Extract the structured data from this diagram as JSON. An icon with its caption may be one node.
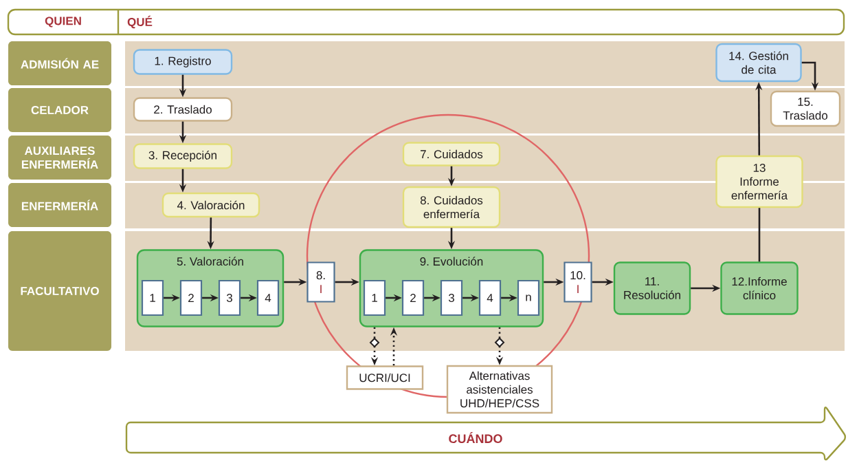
{
  "diagram": {
    "nodes": [
      {
        "text": [
          "ADMISIÓN AE"
        ]
      },
      {
        "text": [
          "CELADOR"
        ]
      },
      {
        "text": [
          "AUXILIARES ENFERMERÍA"
        ]
      },
      {
        "text": [
          "ENFERMERÍA"
        ]
      },
      {
        "text": [
          "FACULTATIVO"
        ]
      },
      {
        "text": [
          "1. Registro"
        ]
      },
      {
        "text": [
          "2. Traslado"
        ]
      },
      {
        "text": [
          "3. Recepción"
        ]
      },
      {
        "text": [
          "4. Valoración"
        ]
      },
      {
        "text": [
          "5. Valoración"
        ]
      },
      {
        "text": [
          "1"
        ],
        "in": 9
      },
      {
        "text": [
          "2"
        ],
        "in": 9
      },
      {
        "text": [
          "3"
        ],
        "in": 9
      },
      {
        "text": [
          "4"
        ],
        "in": 9
      },
      {
        "text": [
          "8.",
          "I"
        ]
      },
      {
        "text": [
          "7. Cuidados"
        ]
      },
      {
        "text": [
          "8. Cuidados enfermería"
        ]
      },
      {
        "text": [
          "9. Evolución"
        ]
      },
      {
        "text": [
          "1"
        ],
        "in": 17
      },
      {
        "text": [
          "2"
        ],
        "in": 17
      },
      {
        "text": [
          "3"
        ],
        "in": 17
      },
      {
        "text": [
          "4"
        ],
        "in": 17
      },
      {
        "text": [
          "n"
        ],
        "in": 17
      },
      {
        "text": [
          "10.",
          "I"
        ]
      },
      {
        "text": [
          "11. Resolución"
        ]
      },
      {
        "text": [
          "12.Informe clínico"
        ]
      },
      {
        "text": [
          "13",
          "Informe enfermería"
        ]
      },
      {
        "text": [
          "14. Gestión de cita"
        ]
      },
      {
        "text": [
          "15. Traslado"
        ]
      },
      {
        "text": [
          "UCRI/UCI"
        ]
      },
      {
        "text": [
          "Alternativas asistenciales UHD/HEP/CSS"
        ]
      },
      {
        "text": [
          "CUÁNDO"
        ]
      }
    ],
    "edges": [
      {
        "from": 5,
        "to": 6,
        "arrow": "to"
      },
      {
        "from": 6,
        "to": 7,
        "arrow": "to"
      },
      {
        "from": 7,
        "to": 8,
        "arrow": "to"
      },
      {
        "from": 8,
        "to": 9,
        "arrow": "to"
      },
      {
        "from": 10,
        "to": 11,
        "arrow": "to"
      },
      {
        "from": 11,
        "to": 12,
        "arrow": "to"
      },
      {
        "from": 12,
        "to": 13,
        "arrow": "to"
      },
      {
        "from": 9,
        "to": 14,
        "arrow": "to"
      },
      {
        "from": 14,
        "to": 17,
        "arrow": "to"
      },
      {
        "from": 15,
        "to": 16,
        "arrow": "to"
      },
      {
        "from": 16,
        "to": 17,
        "arrow": "to"
      },
      {
        "from": 18,
        "to": 19,
        "arrow": "to"
      },
      {
        "from": 19,
        "to": 20,
        "arrow": "to"
      },
      {
        "from": 20,
        "to": 21,
        "arrow": "to"
      },
      {
        "from": 21,
        "to": 22,
        "arrow": "to"
      },
      {
        "from": 17,
        "to": 23,
        "arrow": "to"
      },
      {
        "from": 23,
        "to": 24,
        "arrow": "to"
      },
      {
        "from": 24,
        "to": 25,
        "arrow": "to"
      },
      {
        "from": 25,
        "to": 26,
        "arrow": "none"
      },
      {
        "from": 26,
        "to": 27,
        "arrow": "to"
      },
      {
        "from": 27,
        "to": 28,
        "arrow": "to"
      },
      {
        "from": 17,
        "to": 29,
        "arrow": "to",
        "style": "dashed"
      },
      {
        "from": 29,
        "to": 17,
        "arrow": "to",
        "style": "dashed"
      },
      {
        "from": 17,
        "to": 30,
        "arrow": "to",
        "style": "dashed"
      }
    ],
    "labels": [
      "QUIEN",
      "QUÉ"
    ]
  }
}
